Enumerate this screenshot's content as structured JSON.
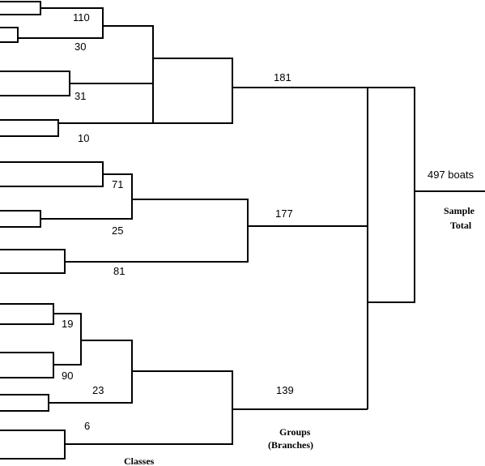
{
  "diagram": {
    "counts": {
      "c110": "110",
      "c30": "30",
      "c31": "31",
      "c10": "10",
      "c71": "71",
      "c25": "25",
      "c81": "81",
      "c19": "19",
      "c90": "90",
      "c23": "23",
      "c6": "6",
      "g181": "181",
      "g177": "177",
      "g139": "139",
      "total": "497 boats"
    },
    "labels": {
      "sample": "Sample",
      "total": "Total",
      "groups": "Groups",
      "branches": "(Branches)",
      "classes": "Classes"
    }
  }
}
